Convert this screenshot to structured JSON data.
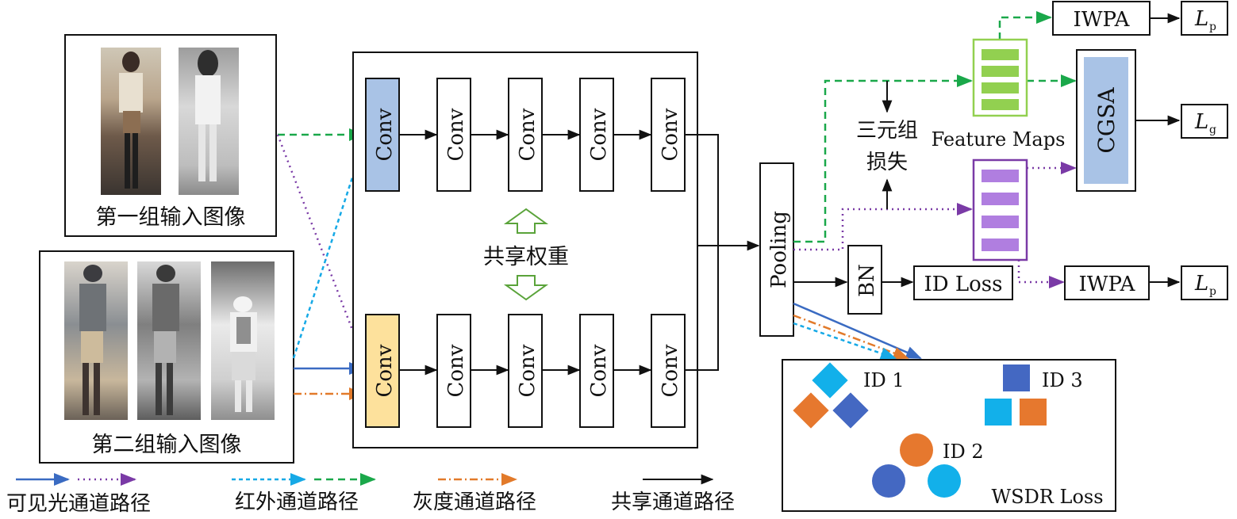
{
  "groups": {
    "group1_label": "第一组输入图像",
    "group2_label": "第二组输入图像"
  },
  "network": {
    "conv_label": "Conv",
    "shared_weights_label": "共享权重",
    "pooling_label": "Pooling",
    "bn_label": "BN",
    "id_loss_label": "ID Loss"
  },
  "heads": {
    "triplet_loss_line1": "三元组",
    "triplet_loss_line2": "损失",
    "feature_maps_label": "Feature Maps",
    "cgsa_label": "CGSA",
    "iwpa_top_label": "IWPA",
    "iwpa_bottom_label": "IWPA",
    "loss_p_top_main": "L",
    "loss_p_top_sub": "p",
    "loss_g_main": "L",
    "loss_g_sub": "g",
    "loss_p_bottom_main": "L",
    "loss_p_bottom_sub": "p"
  },
  "wsdr": {
    "id1_label": "ID 1",
    "id2_label": "ID 2",
    "id3_label": "ID 3",
    "title": "WSDR Loss"
  },
  "legend": {
    "visible_path_label": "可见光通道路径",
    "infrared_path_label": "红外通道路径",
    "gray_path_label": "灰度通道路径",
    "shared_path_label": "共享通道路径"
  },
  "colors": {
    "visible": "#3a6bc2",
    "visible_dotted": "#7a3aa6",
    "infrared_dotted": "#16a9e6",
    "infrared_dashed": "#1aa84a",
    "gray": "#e27a2a",
    "shared": "#111111",
    "conv_blue_fill": "#a9c3e6",
    "conv_orange_fill": "#fde19c",
    "feature_green": "#92d050",
    "feature_purple": "#b07ee0",
    "cgsa_fill": "#a9c3e6",
    "shared_arrow_green": "#5aa33a",
    "id_cyan": "#12b0ea",
    "id_orange": "#e6782e",
    "id_blue": "#4468c2"
  }
}
